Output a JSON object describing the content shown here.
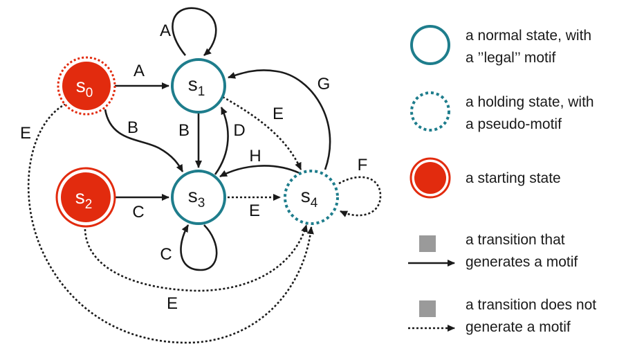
{
  "colors": {
    "normal": "#1e7d8c",
    "start": "#e22b0e",
    "edge": "#1a1a1a",
    "legend_square": "#9a9a9a"
  },
  "states": {
    "s0": {
      "main": "s",
      "sub": "0",
      "type": "start-holding"
    },
    "s1": {
      "main": "s",
      "sub": "1",
      "type": "normal"
    },
    "s2": {
      "main": "s",
      "sub": "2",
      "type": "start-normal"
    },
    "s3": {
      "main": "s",
      "sub": "3",
      "type": "normal"
    },
    "s4": {
      "main": "s",
      "sub": "4",
      "type": "holding"
    }
  },
  "edges": {
    "s1_self": "A",
    "s0_s1": "A",
    "s0_s3": "B",
    "s1_s3": "B",
    "s3_s1": "D",
    "s1_s4": "E",
    "s4_s1": "G",
    "s4_s3": "H",
    "s3_s4": "E",
    "s4_self": "F",
    "s2_s3": "C",
    "s3_self": "C",
    "s0_s4": "E",
    "s2_s4": "E"
  },
  "legend": {
    "normal_line1": "a normal state, with",
    "normal_line2": "a ’’legal’’ motif",
    "holding_line1": "a holding state, with",
    "holding_line2": "a pseudo-motif",
    "starting": "a starting state",
    "trans_line1": "a transition that",
    "trans_line2": "generates a motif",
    "notrans_line1": "a transition does not",
    "notrans_line2": "generate a motif"
  }
}
